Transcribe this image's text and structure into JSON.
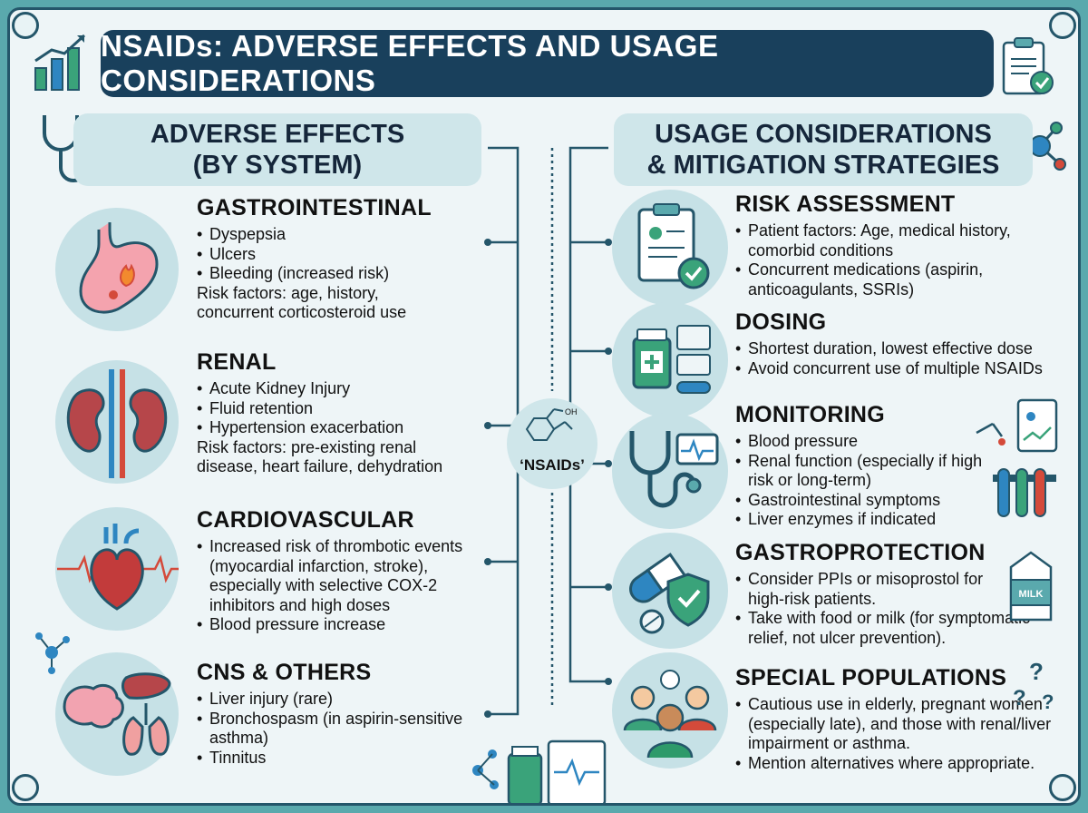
{
  "title": "NSAIDs: ADVERSE EFFECTS AND USAGE CONSIDERATIONS",
  "left_header": "ADVERSE EFFECTS\n(BY SYSTEM)",
  "right_header": "USAGE CONSIDERATIONS\n& MITIGATION STRATEGIES",
  "center_label": "‘NSAIDs’",
  "adverse": [
    {
      "icon": "stomach-icon",
      "title": "GASTROINTESTINAL",
      "items": [
        "Dyspepsia",
        "Ulcers",
        "Bleeding (increased risk)"
      ],
      "risk": "Risk factors: age, history,\nconcurrent corticosteroid use"
    },
    {
      "icon": "kidney-icon",
      "title": "RENAL",
      "items": [
        "Acute Kidney Injury",
        "Fluid retention",
        "Hypertension exacerbation"
      ],
      "risk": "Risk factors: pre-existing renal\ndisease, heart failure, dehydration"
    },
    {
      "icon": "heart-icon",
      "title": "CARDIOVASCULAR",
      "items": [
        "Increased risk of thrombotic events (myocardial infarction, stroke), especially with selective COX-2 inhibitors and high doses",
        "Blood pressure increase"
      ],
      "risk": ""
    },
    {
      "icon": "brain-liver-lungs-icon",
      "title": "CNS & OTHERS",
      "items": [
        "Liver injury (rare)",
        "Bronchospasm (in aspirin-sensitive asthma)",
        "Tinnitus"
      ],
      "risk": ""
    }
  ],
  "usage": [
    {
      "icon": "clipboard-check-icon",
      "title": "RISK ASSESSMENT",
      "items": [
        "Patient factors: Age, medical history, comorbid conditions",
        "Concurrent medications (aspirin, anticoagulants, SSRIs)"
      ]
    },
    {
      "icon": "medication-dosing-icon",
      "title": "DOSING",
      "items": [
        "Shortest duration, lowest effective dose",
        "Avoid concurrent use of multiple NSAIDs"
      ]
    },
    {
      "icon": "stethoscope-monitor-icon",
      "title": "MONITORING",
      "items": [
        "Blood pressure",
        "Renal function (especially if high risk or long-term)",
        "Gastrointestinal symptoms",
        "Liver enzymes if indicated"
      ]
    },
    {
      "icon": "pill-shield-icon",
      "title": "GASTROPROTECTION",
      "items": [
        "Consider PPIs or misoprostol for high-risk patients.",
        "Take with food or milk (for symptomatic relief, not ulcer prevention)."
      ]
    },
    {
      "icon": "people-group-icon",
      "title": "SPECIAL POPULATIONS",
      "items": [
        "Cautious use in elderly, pregnant women (especially late), and those with renal/liver impairment or asthma.",
        "Mention alternatives where appropriate."
      ]
    }
  ],
  "decor": {
    "milk_label": "MILK",
    "oh_label": "OH"
  },
  "colors": {
    "navy": "#19405c",
    "teal": "#5aa9ad",
    "panel": "#eef5f7",
    "head": "#cfe6ea",
    "circle": "#c6e1e6",
    "green": "#2e9a6a",
    "red": "#d44a3a"
  }
}
